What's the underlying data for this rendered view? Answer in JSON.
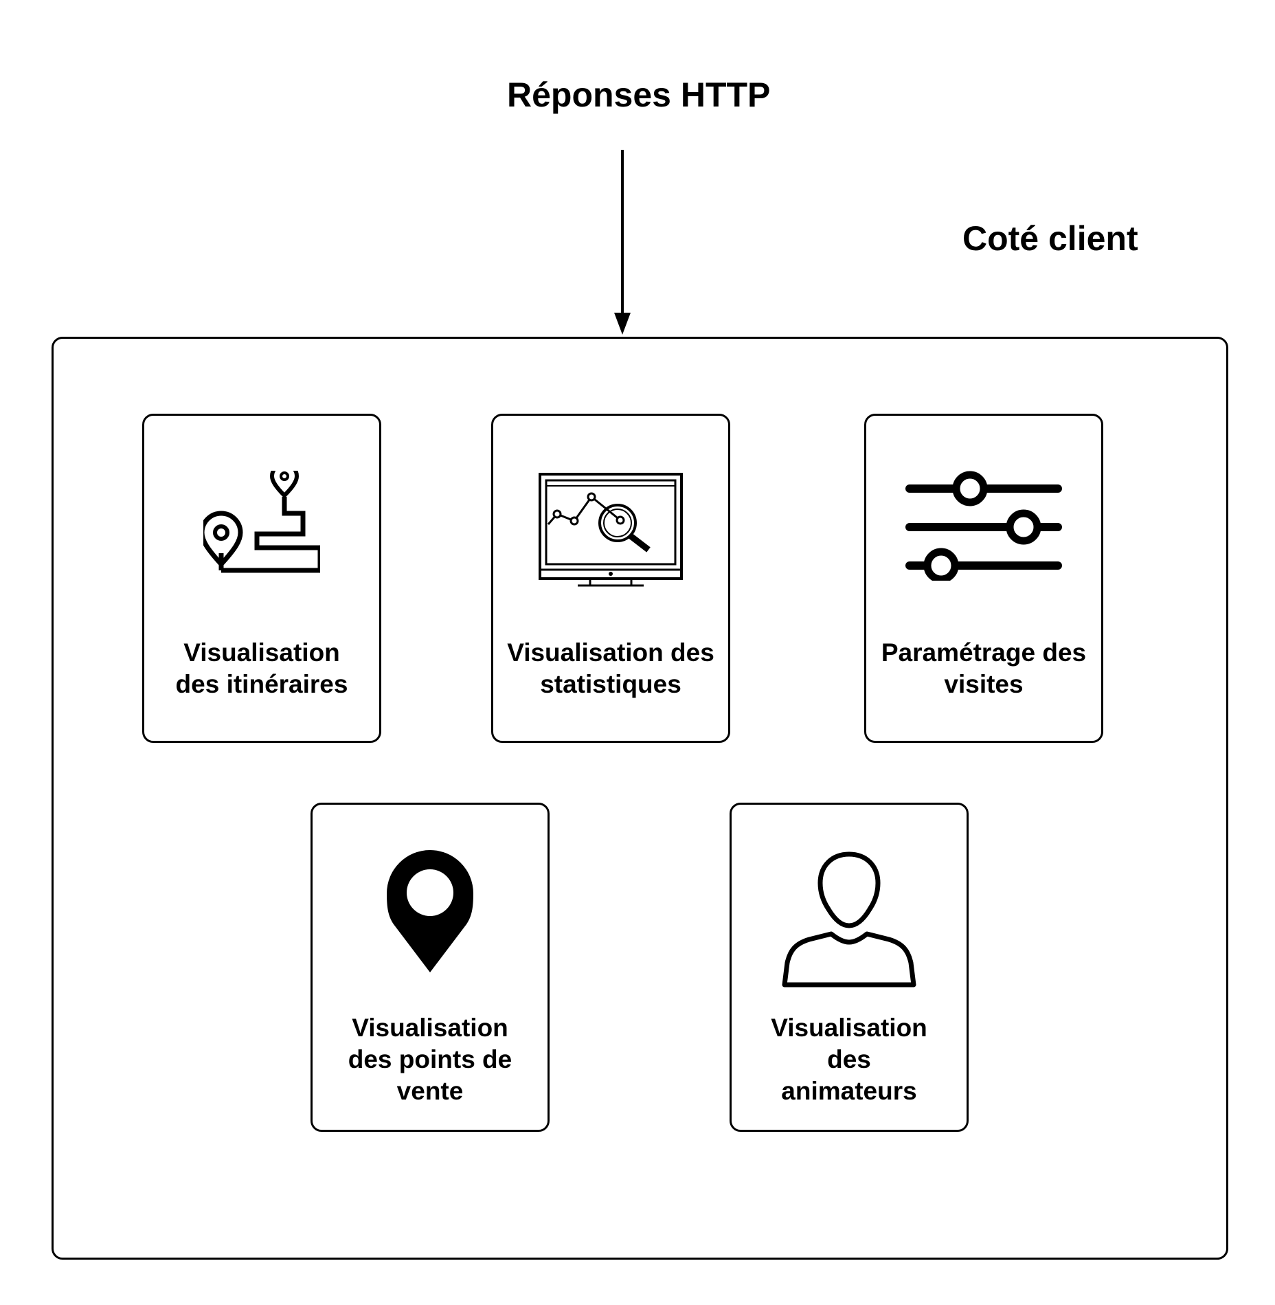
{
  "diagram": {
    "top_label": "Réponses HTTP",
    "side_label": "Coté client"
  },
  "cards": [
    {
      "lines": [
        "Visualisation",
        "des itinéraires"
      ],
      "icon": "route-map-icon"
    },
    {
      "lines": [
        "Visualisation des",
        "statistiques"
      ],
      "icon": "monitor-chart-icon"
    },
    {
      "lines": [
        "Paramétrage des",
        "visites"
      ],
      "icon": "sliders-icon"
    },
    {
      "lines": [
        "Visualisation",
        "des points de",
        "vente"
      ],
      "icon": "map-pin-icon"
    },
    {
      "lines": [
        "Visualisation",
        "des",
        "animateurs"
      ],
      "icon": "user-icon"
    }
  ]
}
